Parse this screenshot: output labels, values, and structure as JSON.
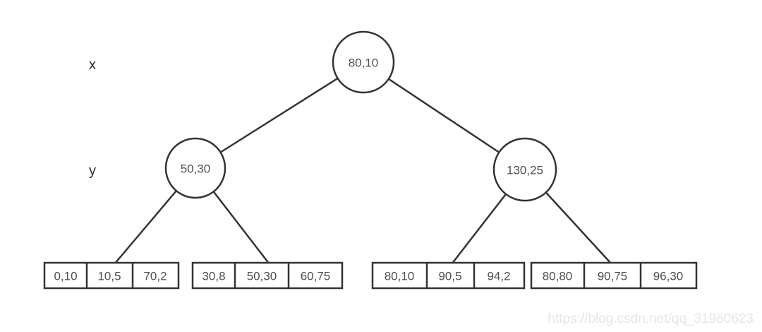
{
  "diagram": {
    "type": "kd-tree",
    "axis_labels": {
      "level1": "x",
      "level2": "y"
    },
    "nodes": {
      "root": "80,10",
      "left_child": "50,30",
      "right_child": "130,25"
    },
    "leaves": [
      {
        "cells": [
          "0,10",
          "10,5",
          "70,2"
        ]
      },
      {
        "cells": [
          "30,8",
          "50,30",
          "60,75"
        ]
      },
      {
        "cells": [
          "80,10",
          "90,5",
          "94,2"
        ]
      },
      {
        "cells": [
          "80,80",
          "90,75",
          "96,30"
        ]
      }
    ]
  },
  "watermark": "https://blog.csdn.net/qq_31960623",
  "colors": {
    "stroke": "#333333",
    "text": "#4f4f4f",
    "label": "#2d2d2d",
    "watermark": "#e5e5e5",
    "bg": "#ffffff"
  }
}
